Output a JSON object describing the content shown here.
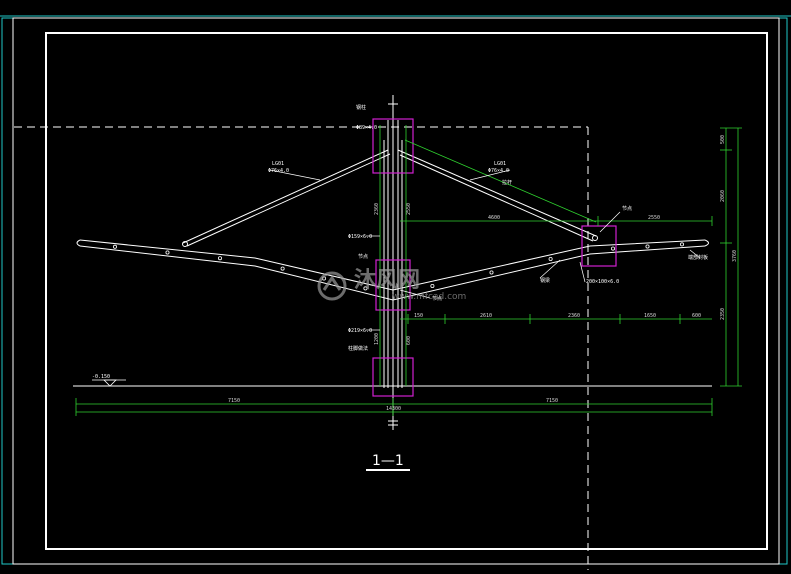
{
  "colors": {
    "background": "#000000",
    "frame": "#ffffff",
    "structure": "#ffffff",
    "dimension": "#2fd12f",
    "highlight": "#d020d0",
    "cyan": "#20c8c8"
  },
  "section": {
    "title": "1—1"
  },
  "labels": {
    "top_mark": "钢柱",
    "top_pipe": "Φ89×4.0",
    "left_stay_name": "LG01",
    "left_stay_spec": "Φ76×4.0",
    "right_stay_name": "LG01",
    "right_stay_spec": "Φ76×4.0",
    "right_stay_note": "拉杆",
    "column_spec": "Φ159×6.0",
    "column_spec_2": "Φ219×6.0",
    "mid_mark": "节点",
    "base_mark": "柱脚做法",
    "right_node": "节点",
    "beam_left_note": "钢梁",
    "beam_note": "200×100×6.0",
    "beam_tip_note": "端部封板",
    "center_node": "节点",
    "level": "-0.150"
  },
  "dimensions": {
    "vert_col_upper": "2360",
    "vert_col_upper_b": "2550",
    "vert_col_lower": "1200",
    "vert_col_lower_b": "600",
    "top_horiz": "4600",
    "top_horiz_right": "2550",
    "mid_1": "150",
    "mid_2": "2610",
    "mid_3": "2360",
    "mid_4": "1650",
    "mid_5": "600",
    "right_v1": "500",
    "right_v2": "2060",
    "right_v3": "3760",
    "right_v4": "2350",
    "bottom_left": "7150",
    "bottom_right": "7150",
    "bottom_total": "14300"
  },
  "watermark": {
    "brand": "沐风网",
    "url": "www.mfcad.com"
  },
  "icons": {
    "logo": "mfcad-logo-icon",
    "axis": "axis-marker-icon"
  }
}
